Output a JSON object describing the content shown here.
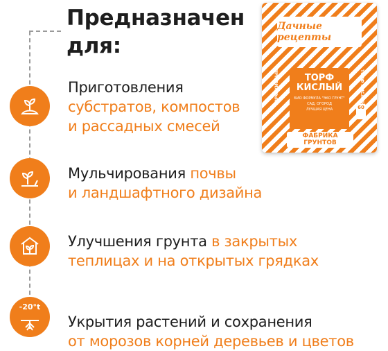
{
  "title": {
    "line1": "Предназначен",
    "line2": "для:"
  },
  "items": [
    {
      "icon": "seedling-soil-icon",
      "text1": "Приготовления",
      "hl1": "субстратов, компостов",
      "hl2": "и рассадных смесей"
    },
    {
      "icon": "sprout-icon",
      "text1": "Мульчирования ",
      "hl1": "почвы",
      "hl2": "и ландшафтного дизайна"
    },
    {
      "icon": "greenhouse-icon",
      "text1": "Улучшения грунта ",
      "hl1": "в закрытых",
      "hl2": "теплицах и на открытых грядках"
    },
    {
      "icon": "frost-roots-icon",
      "badge": "-20°t",
      "text1": "Укрытия растений и сохранения",
      "hl2": "от морозов корней деревьев и цветов"
    }
  ],
  "package": {
    "logo": "Дачные рецепты",
    "main_line1": "ТОРФ",
    "main_line2": "КИСЛЫЙ",
    "sub1": "БИО ФОРМУЛА \"ЭКО ГРУНТ\"",
    "sub2": "САД, ОГОРОД",
    "sub3": "ЛУЧШАЯ ЦЕНА",
    "side": "ТОРФ КИСЛЫЙ",
    "volume": "60",
    "brand1": "ФАБРИКА",
    "brand2": "ГРУНТОВ"
  },
  "colors": {
    "accent": "#f07e1b",
    "text": "#1e1e1e"
  }
}
